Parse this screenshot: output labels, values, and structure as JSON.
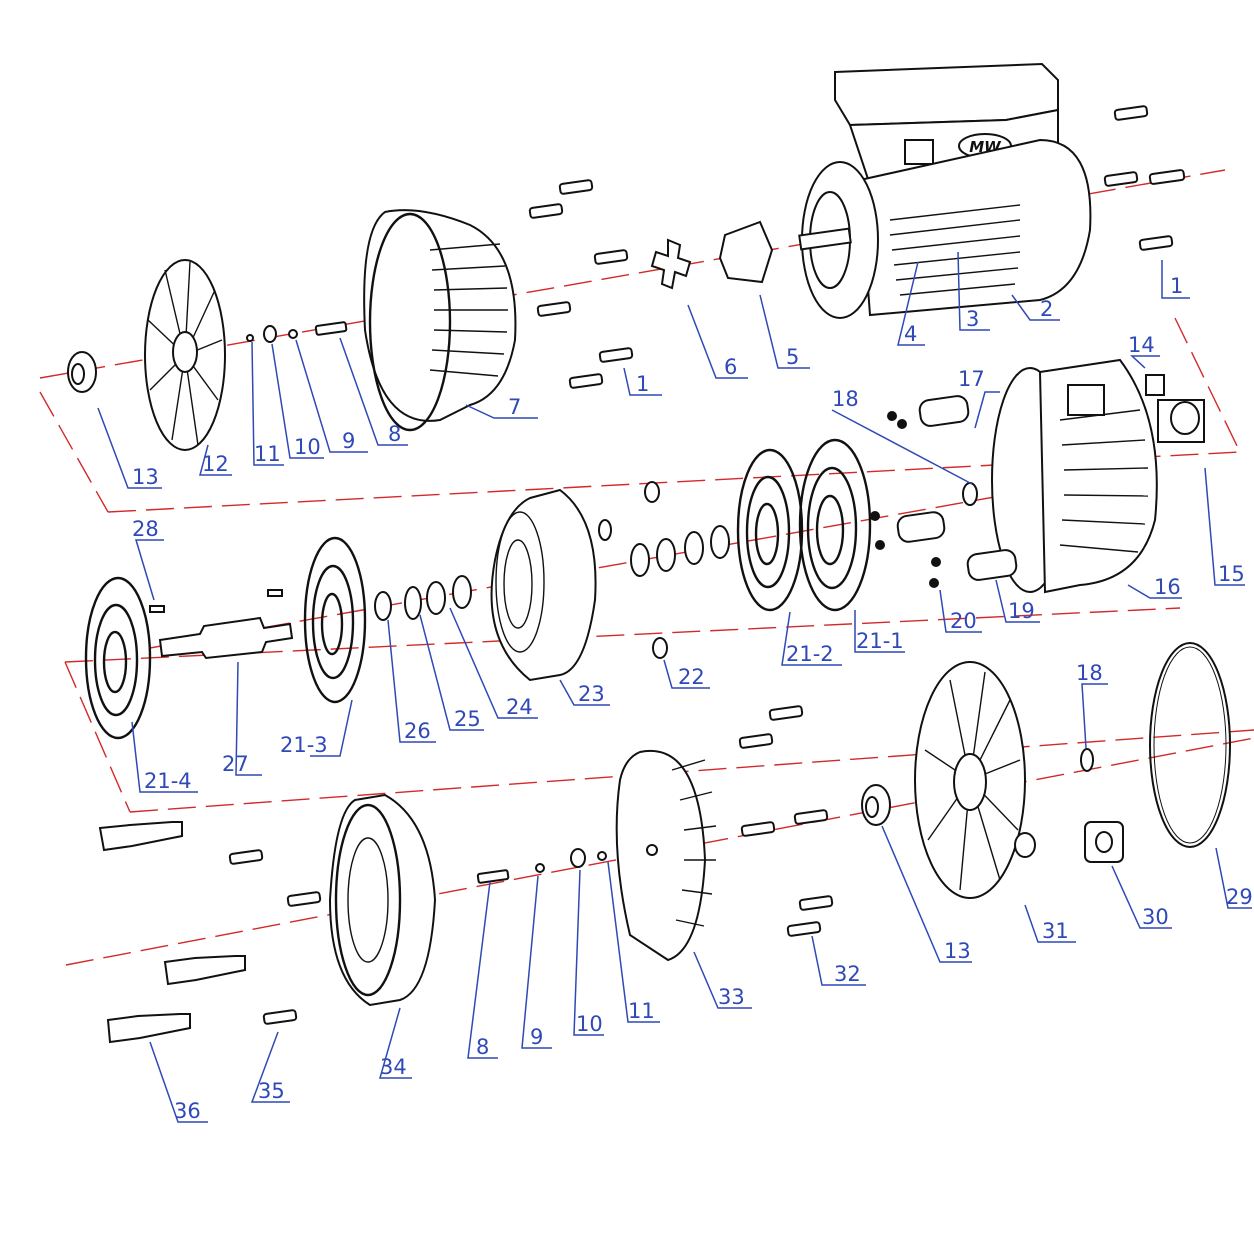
{
  "colors": {
    "background": "#ffffff",
    "part_stroke": "#111111",
    "axis_line": "#d22a2a",
    "label": "#2f49b7"
  },
  "brand": {
    "logo_text": "MW"
  },
  "labels": {
    "l1a": "1",
    "l1b": "1",
    "l2": "2",
    "l3": "3",
    "l4": "4",
    "l5": "5",
    "l6": "6",
    "l7": "7",
    "l8a": "8",
    "l8b": "8",
    "l9a": "9",
    "l9b": "9",
    "l10a": "10",
    "l10b": "10",
    "l11a": "11",
    "l11b": "11",
    "l12": "12",
    "l13a": "13",
    "l13b": "13",
    "l14": "14",
    "l15": "15",
    "l16": "16",
    "l17": "17",
    "l18a": "18",
    "l18b": "18",
    "l19": "19",
    "l20": "20",
    "l21_1": "21-1",
    "l21_2": "21-2",
    "l21_3": "21-3",
    "l21_4": "21-4",
    "l22": "22",
    "l23": "23",
    "l24": "24",
    "l25": "25",
    "l26": "26",
    "l27": "27",
    "l28": "28",
    "l29": "29",
    "l30": "30",
    "l31": "31",
    "l32": "32",
    "l33": "33",
    "l34": "34",
    "l35": "35",
    "l36": "36"
  }
}
